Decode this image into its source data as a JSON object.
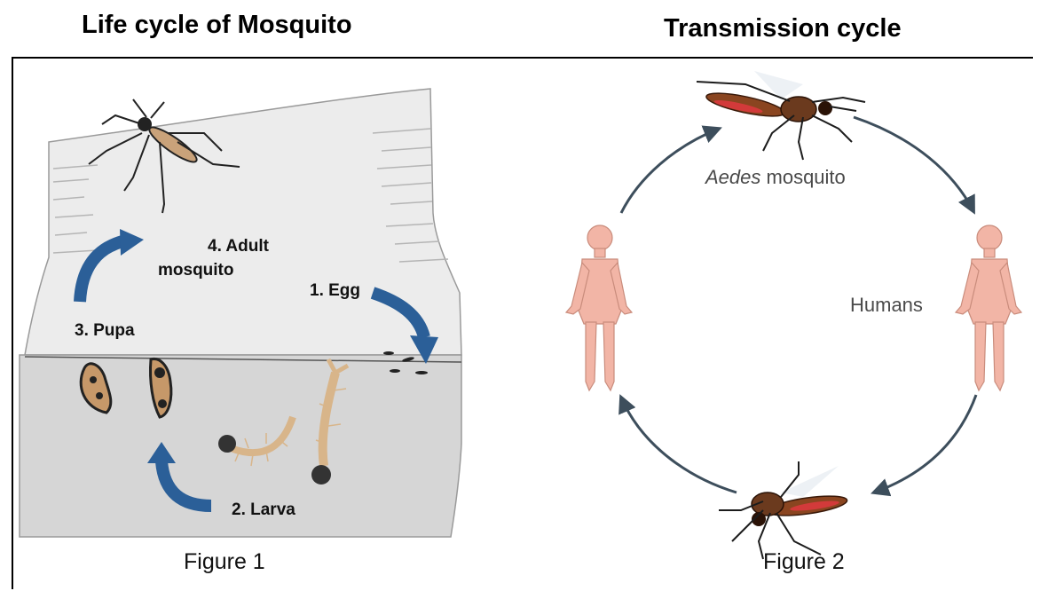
{
  "left": {
    "title": "Life cycle of Mosquito",
    "stages": {
      "egg": "1. Egg",
      "larva": "2. Larva",
      "pupa": "3. Pupa",
      "adult_line1": "4. Adult",
      "adult_line2": "mosquito"
    },
    "caption": "Figure 1"
  },
  "right": {
    "title": "Transmission cycle",
    "mosquito_label_italic": "Aedes",
    "mosquito_label_rest": " mosquito",
    "humans_label": "Humans",
    "caption": "Figure 2"
  },
  "colors": {
    "arrow_blue": "#2b5f98",
    "cycle_arrow": "#3d4e5c",
    "container_light": "#ececec",
    "water": "#d6d6d6",
    "skin": "#f2b5a6",
    "mosquito_body": "#6b3a1e"
  }
}
